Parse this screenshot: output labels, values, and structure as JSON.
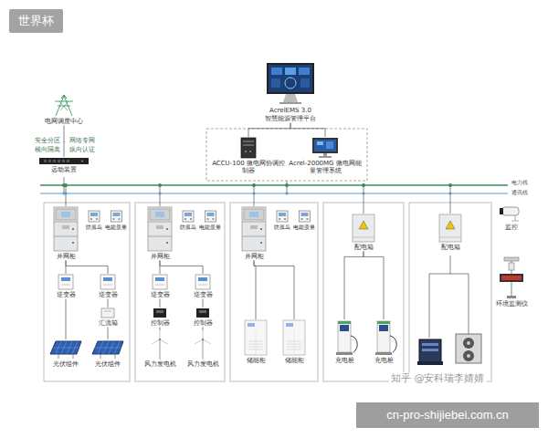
{
  "diagram": {
    "nodes": [
      {
        "text": [
          "AcrelEMS 3.0",
          "智慧能源管理平台"
        ]
      },
      {
        "text": [
          "ACCU-100 微电网协调控制器"
        ]
      },
      {
        "text": [
          "Acrel-2000MG 微电网能量管理系统"
        ]
      },
      {
        "text": [
          "电网调度中心"
        ]
      },
      {
        "text": [
          "远动装置"
        ]
      },
      {
        "text": [
          "并网柜"
        ]
      },
      {
        "text": [
          "防孤岛"
        ]
      },
      {
        "text": [
          "电能质量"
        ]
      },
      {
        "text": [
          "逆变器"
        ]
      },
      {
        "text": [
          "逆变器"
        ]
      },
      {
        "text": [
          "汇流箱"
        ]
      },
      {
        "text": [
          "光伏组件"
        ]
      },
      {
        "text": [
          "光伏组件"
        ]
      },
      {
        "text": [
          "并网柜"
        ]
      },
      {
        "text": [
          "防孤岛"
        ]
      },
      {
        "text": [
          "电能质量"
        ]
      },
      {
        "text": [
          "逆变器"
        ]
      },
      {
        "text": [
          "逆变器"
        ]
      },
      {
        "text": [
          "控制器"
        ]
      },
      {
        "text": [
          "控制器"
        ]
      },
      {
        "text": [
          "风力发电机"
        ]
      },
      {
        "text": [
          "风力发电机"
        ]
      },
      {
        "text": [
          "并网柜"
        ]
      },
      {
        "text": [
          "防孤岛"
        ]
      },
      {
        "text": [
          "电能质量"
        ]
      },
      {
        "text": [
          "储能柜"
        ]
      },
      {
        "text": [
          "储能柜"
        ]
      },
      {
        "text": [
          "配电箱"
        ]
      },
      {
        "text": [
          "充电桩"
        ]
      },
      {
        "text": [
          "充电桩"
        ]
      },
      {
        "text": [
          "配电箱"
        ]
      },
      {
        "text": [
          "监控"
        ]
      },
      {
        "text": [
          "环境监测仪"
        ]
      }
    ],
    "edges": [
      {
        "from": 0,
        "to": 1,
        "arrow": "none"
      },
      {
        "from": 0,
        "to": 2,
        "arrow": "none"
      },
      {
        "from": 3,
        "to": 4,
        "arrow": "none"
      },
      {
        "from": 5,
        "to": 8,
        "arrow": "none"
      },
      {
        "from": 5,
        "to": 9,
        "arrow": "none"
      },
      {
        "from": 8,
        "to": 11,
        "arrow": "none"
      },
      {
        "from": 9,
        "to": 10,
        "arrow": "none"
      },
      {
        "from": 10,
        "to": 12,
        "arrow": "none"
      },
      {
        "from": 13,
        "to": 16,
        "arrow": "none"
      },
      {
        "from": 13,
        "to": 17,
        "arrow": "none"
      },
      {
        "from": 16,
        "to": 18,
        "arrow": "none"
      },
      {
        "from": 17,
        "to": 19,
        "arrow": "none"
      },
      {
        "from": 18,
        "to": 20,
        "arrow": "none"
      },
      {
        "from": 19,
        "to": 21,
        "arrow": "none"
      },
      {
        "from": 22,
        "to": 25,
        "arrow": "none"
      },
      {
        "from": 22,
        "to": 26,
        "arrow": "none"
      },
      {
        "from": 27,
        "to": 28,
        "arrow": "none"
      },
      {
        "from": 27,
        "to": 29,
        "arrow": "none"
      }
    ],
    "labels": [
      "世界杯",
      "安全分区",
      "网络专网",
      "横向隔离",
      "纵向认证",
      "电力线",
      "通讯线",
      "知乎 @安科瑞李婧婧",
      "cn-pro-shijiebei.com.cn"
    ]
  }
}
